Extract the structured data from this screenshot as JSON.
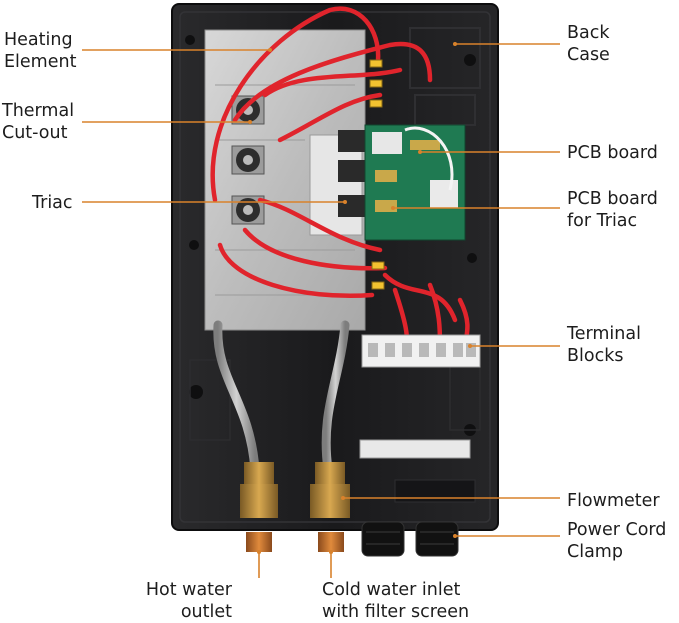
{
  "labels": {
    "heating_element": [
      "Heating",
      "Element"
    ],
    "thermal_cutout": [
      "Thermal",
      "Cut-out"
    ],
    "triac": [
      "Triac"
    ],
    "back_case": [
      "Back",
      "Case"
    ],
    "pcb_board": [
      "PCB board"
    ],
    "pcb_board_triac": [
      "PCB board",
      "for Triac"
    ],
    "terminal_blocks": [
      "Terminal",
      "Blocks"
    ],
    "flowmeter": [
      "Flowmeter"
    ],
    "power_cord_clamp": [
      "Power Cord",
      "Clamp"
    ],
    "hot_water_outlet": [
      "Hot water",
      "outlet"
    ],
    "cold_water_inlet": [
      "Cold water inlet",
      "with filter screen"
    ]
  },
  "colors": {
    "leader": "#d9822b",
    "case": "#1c1c1e",
    "wire": "#e0242c",
    "pcb": "#1f7a52"
  }
}
